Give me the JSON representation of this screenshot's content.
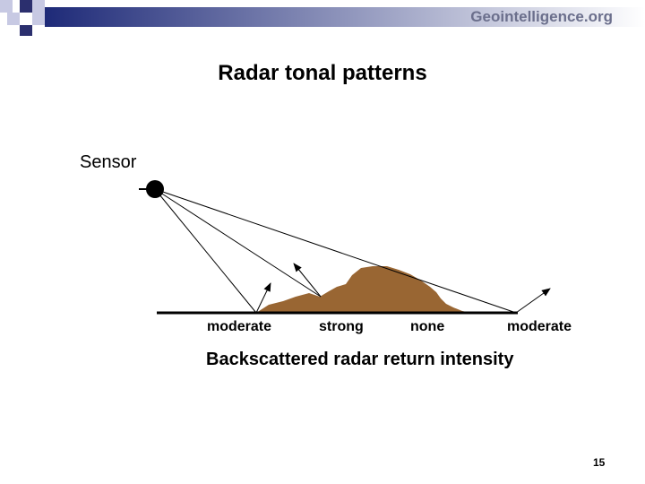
{
  "header": {
    "brand": "Geointelligence.org",
    "colors": {
      "band_start": "#1e2a78",
      "band_end": "#ffffff",
      "square_dark": "#2b2f6e",
      "square_light": "#c7c9e3"
    }
  },
  "slide": {
    "title": "Radar tonal patterns",
    "page_number": "15"
  },
  "diagram": {
    "sensor_label": "Sensor",
    "return_labels": [
      "moderate",
      "strong",
      "none",
      "moderate"
    ],
    "caption": "Backscattered radar return intensity",
    "colors": {
      "terrain": "#996633",
      "lines": "#000000"
    }
  }
}
